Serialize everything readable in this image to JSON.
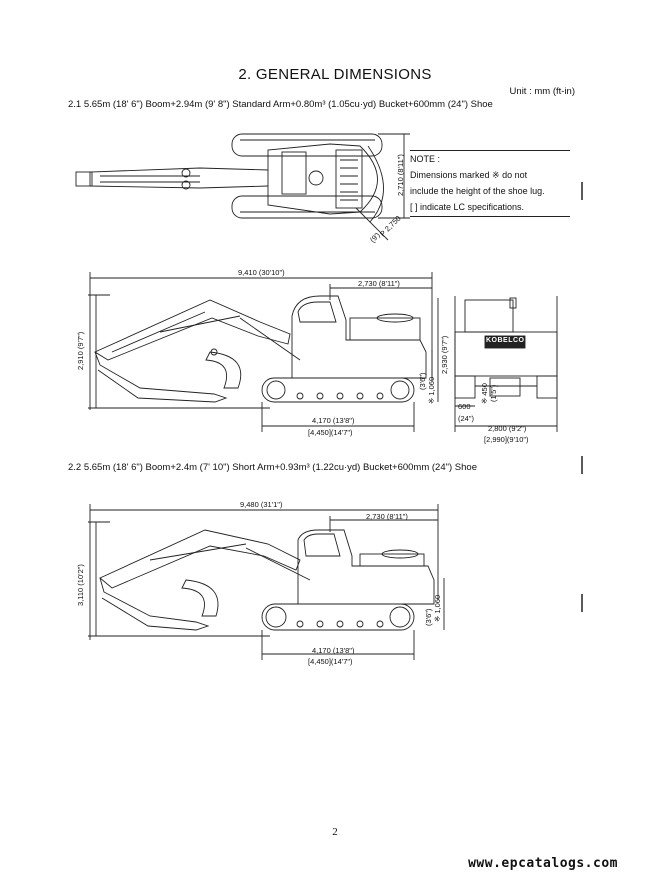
{
  "section_title": "2.  GENERAL DIMENSIONS",
  "unit_label": "Unit : mm (ft-in)",
  "sections": [
    {
      "heading": "2.1  5.65m (18' 6\") Boom+2.94m (9' 8\") Standard Arm+0.80m³ (1.05cu·yd) Bucket+600mm (24\") Shoe",
      "dims": {
        "overall_length": "9,410 (30'10\")",
        "rear_length": "2,730 (8'11\")",
        "height": "2,910 (9'7\")",
        "cab_height": "2,930 (9'7\")",
        "clearance_ft": "(3'6\")",
        "clearance_mm": "※ 1,060",
        "track_length": "4,170 (13'8\")",
        "track_length_lc": "[4,450](14'7\")",
        "tail_radius": "2,750",
        "tail_radius_ft": "(9')",
        "top_width": "2,710 (8'11\")",
        "shoe_width": "600",
        "shoe_width_ft": "(24\")",
        "ground_clearance_mm": "※ 450",
        "ground_clearance_ft": "(1'5\")",
        "overall_width": "2,800 (9'2\")",
        "overall_width_lc": "[2,990](9'10\")",
        "brand": "KOBELCO"
      }
    },
    {
      "heading": "2.2  5.65m (18' 6\") Boom+2.4m (7' 10\") Short Arm+0.93m³ (1.22cu·yd) Bucket+600mm (24\") Shoe",
      "dims": {
        "overall_length": "9,480 (31'1\")",
        "rear_length": "2,730 (8'11\")",
        "height": "3,110 (10'2\")",
        "clearance_ft": "(3'6\")",
        "clearance_mm": "※ 1,060",
        "track_length": "4,170 (13'8\")",
        "track_length_lc": "[4,450](14'7\")"
      }
    }
  ],
  "note": {
    "title": "NOTE :",
    "line1": "Dimensions marked  ※  do not",
    "line2": "include the height of the shoe lug.",
    "line3": "[   ] indicate LC specifications."
  },
  "page_number": "2",
  "watermark": "www.epcatalogs.com"
}
